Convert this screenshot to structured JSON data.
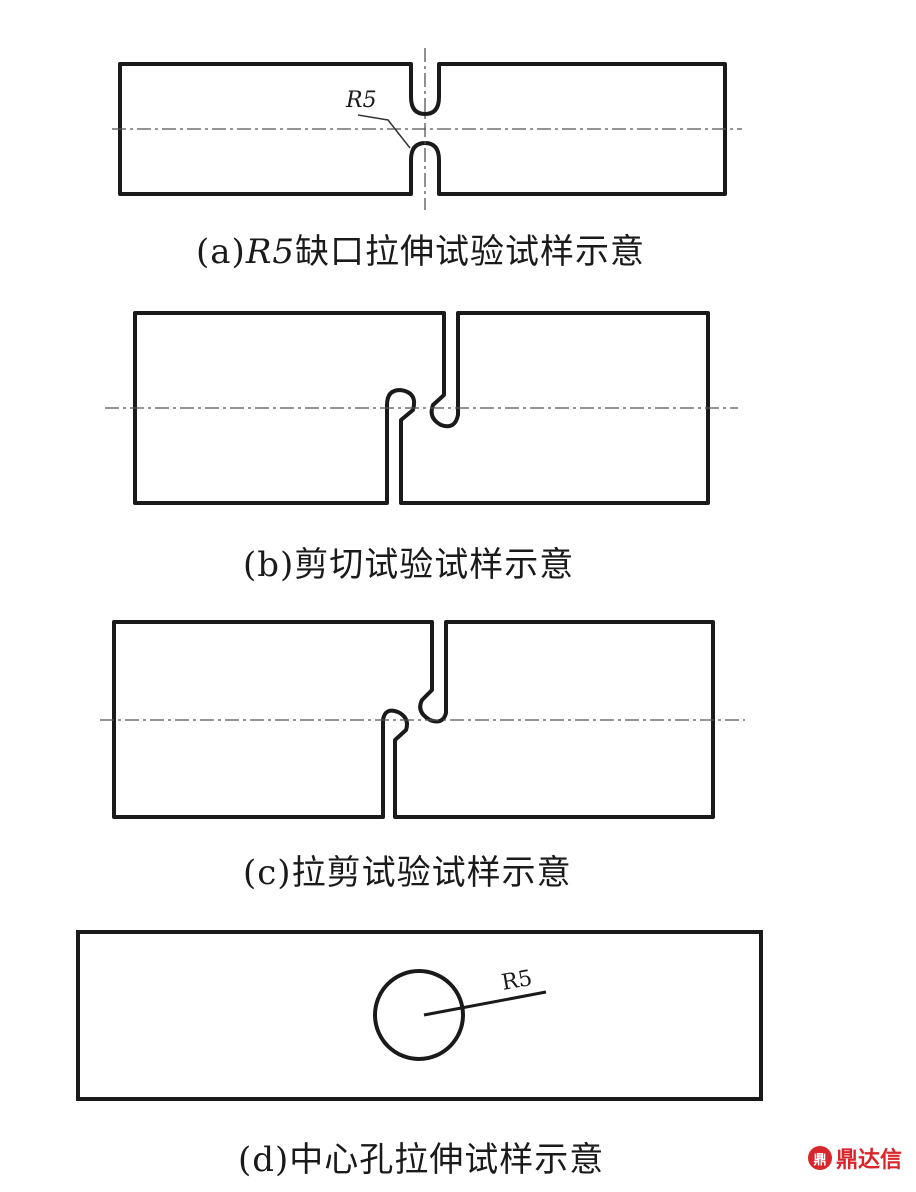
{
  "figures": {
    "a": {
      "caption_prefix": "(a)",
      "caption_italic": "R5",
      "caption_text": "缺口拉伸试验试样示意",
      "radius_label": "R5"
    },
    "b": {
      "caption": "(b)剪切试验试样示意"
    },
    "c": {
      "caption": "(c)拉剪试验试样示意"
    },
    "d": {
      "caption": "(d)中心孔拉伸试样示意",
      "radius_label": "R5"
    }
  },
  "watermark": {
    "logo": "鼎",
    "text": "鼎达信"
  },
  "colors": {
    "line": "#1a1a1a",
    "centerline": "#555555",
    "watermark": "#d7262c"
  }
}
